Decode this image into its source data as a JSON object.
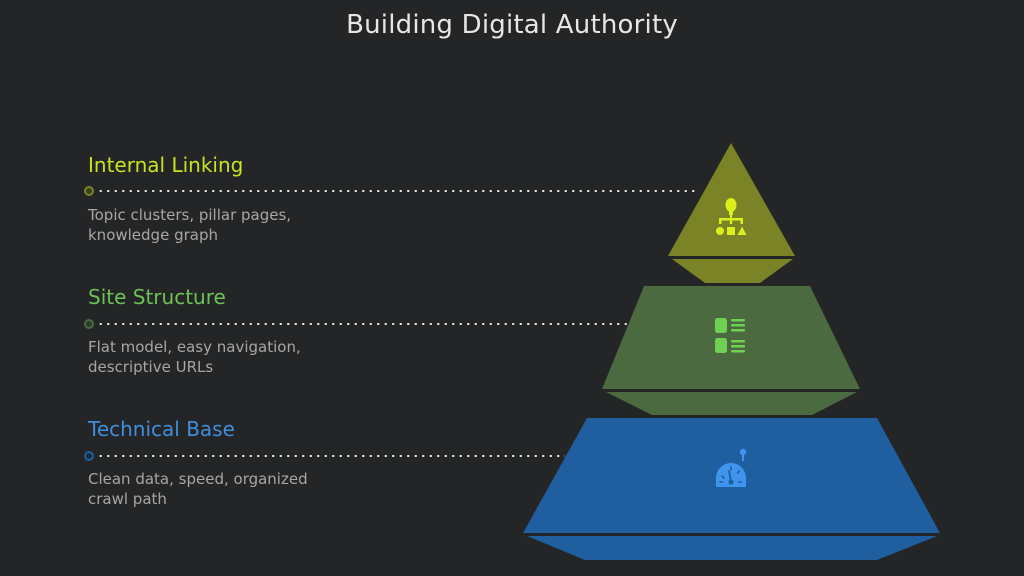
{
  "title": "Building Digital Authority",
  "colors": {
    "background": "#242526",
    "internal_linking_label": "#c9e21f",
    "site_structure_label": "#6ec255",
    "technical_base_label": "#3f8fde",
    "tier_top_fill": "#7a8326",
    "tier_middle_fill": "#4b6a40",
    "tier_bottom_fill": "#1f5e9f",
    "icon_top": "#dbef1d",
    "icon_middle": "#6fd052",
    "icon_bottom": "#3f95ee"
  },
  "tiers": [
    {
      "label": "Internal Linking",
      "description": "Topic clusters, pillar pages,\nknowledge graph",
      "icon": "hierarchy-icon",
      "level": "top"
    },
    {
      "label": "Site Structure",
      "description": "Flat model, easy navigation,\ndescriptive URLs",
      "icon": "sitemap-list-icon",
      "level": "middle"
    },
    {
      "label": "Technical Base",
      "description": "Clean data, speed, organized\ncrawl path",
      "icon": "speedometer-icon",
      "level": "bottom"
    }
  ]
}
